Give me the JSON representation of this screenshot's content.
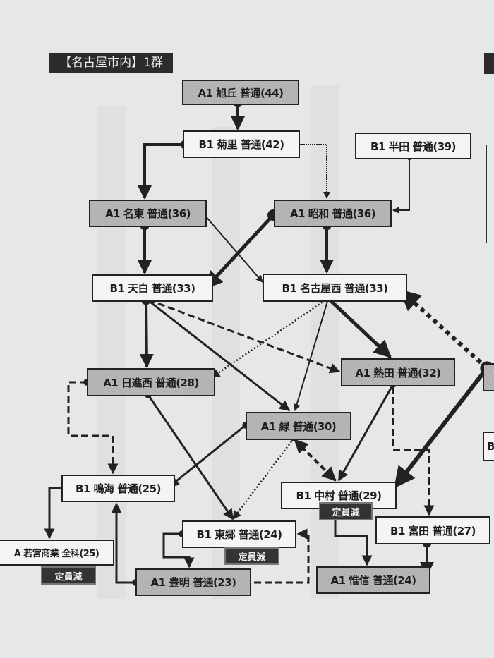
{
  "title": "【名古屋市内】1群",
  "nodes": {
    "asahigaoka": "A1 旭丘 普通(44)",
    "kikuzato": "B1 菊里 普通(42)",
    "handa": "B1 半田 普通(39)",
    "meito": "A1 名東 普通(36)",
    "showa": "A1 昭和 普通(36)",
    "tenpaku": "B1 天白 普通(33)",
    "nagoyanishi": "B1 名古屋西 普通(33)",
    "nisshinnishi": "A1 日進西 普通(28)",
    "atsuta": "A1 熱田 普通(32)",
    "midori": "A1 緑 普通(30)",
    "narumi": "B1 鳴海 普通(25)",
    "nakamura": "B1 中村 普通(29)",
    "togo": "B1 東郷 普通(24)",
    "tomida": "B1 富田 普通(27)",
    "wakamiya": "A 若宮商業 全科(25)",
    "toyoake": "A1 豊明 普通(23)",
    "ishin": "A1 惟信 普通(24)",
    "partial_right": "B"
  },
  "badges": {
    "nakamura": "定員減",
    "togo": "定員減",
    "wakamiya": "定員減"
  },
  "colors": {
    "gray_node": "#b9b9b9",
    "white_node": "#f4f4f4",
    "line": "#222222",
    "background": "#e6e7e9"
  }
}
